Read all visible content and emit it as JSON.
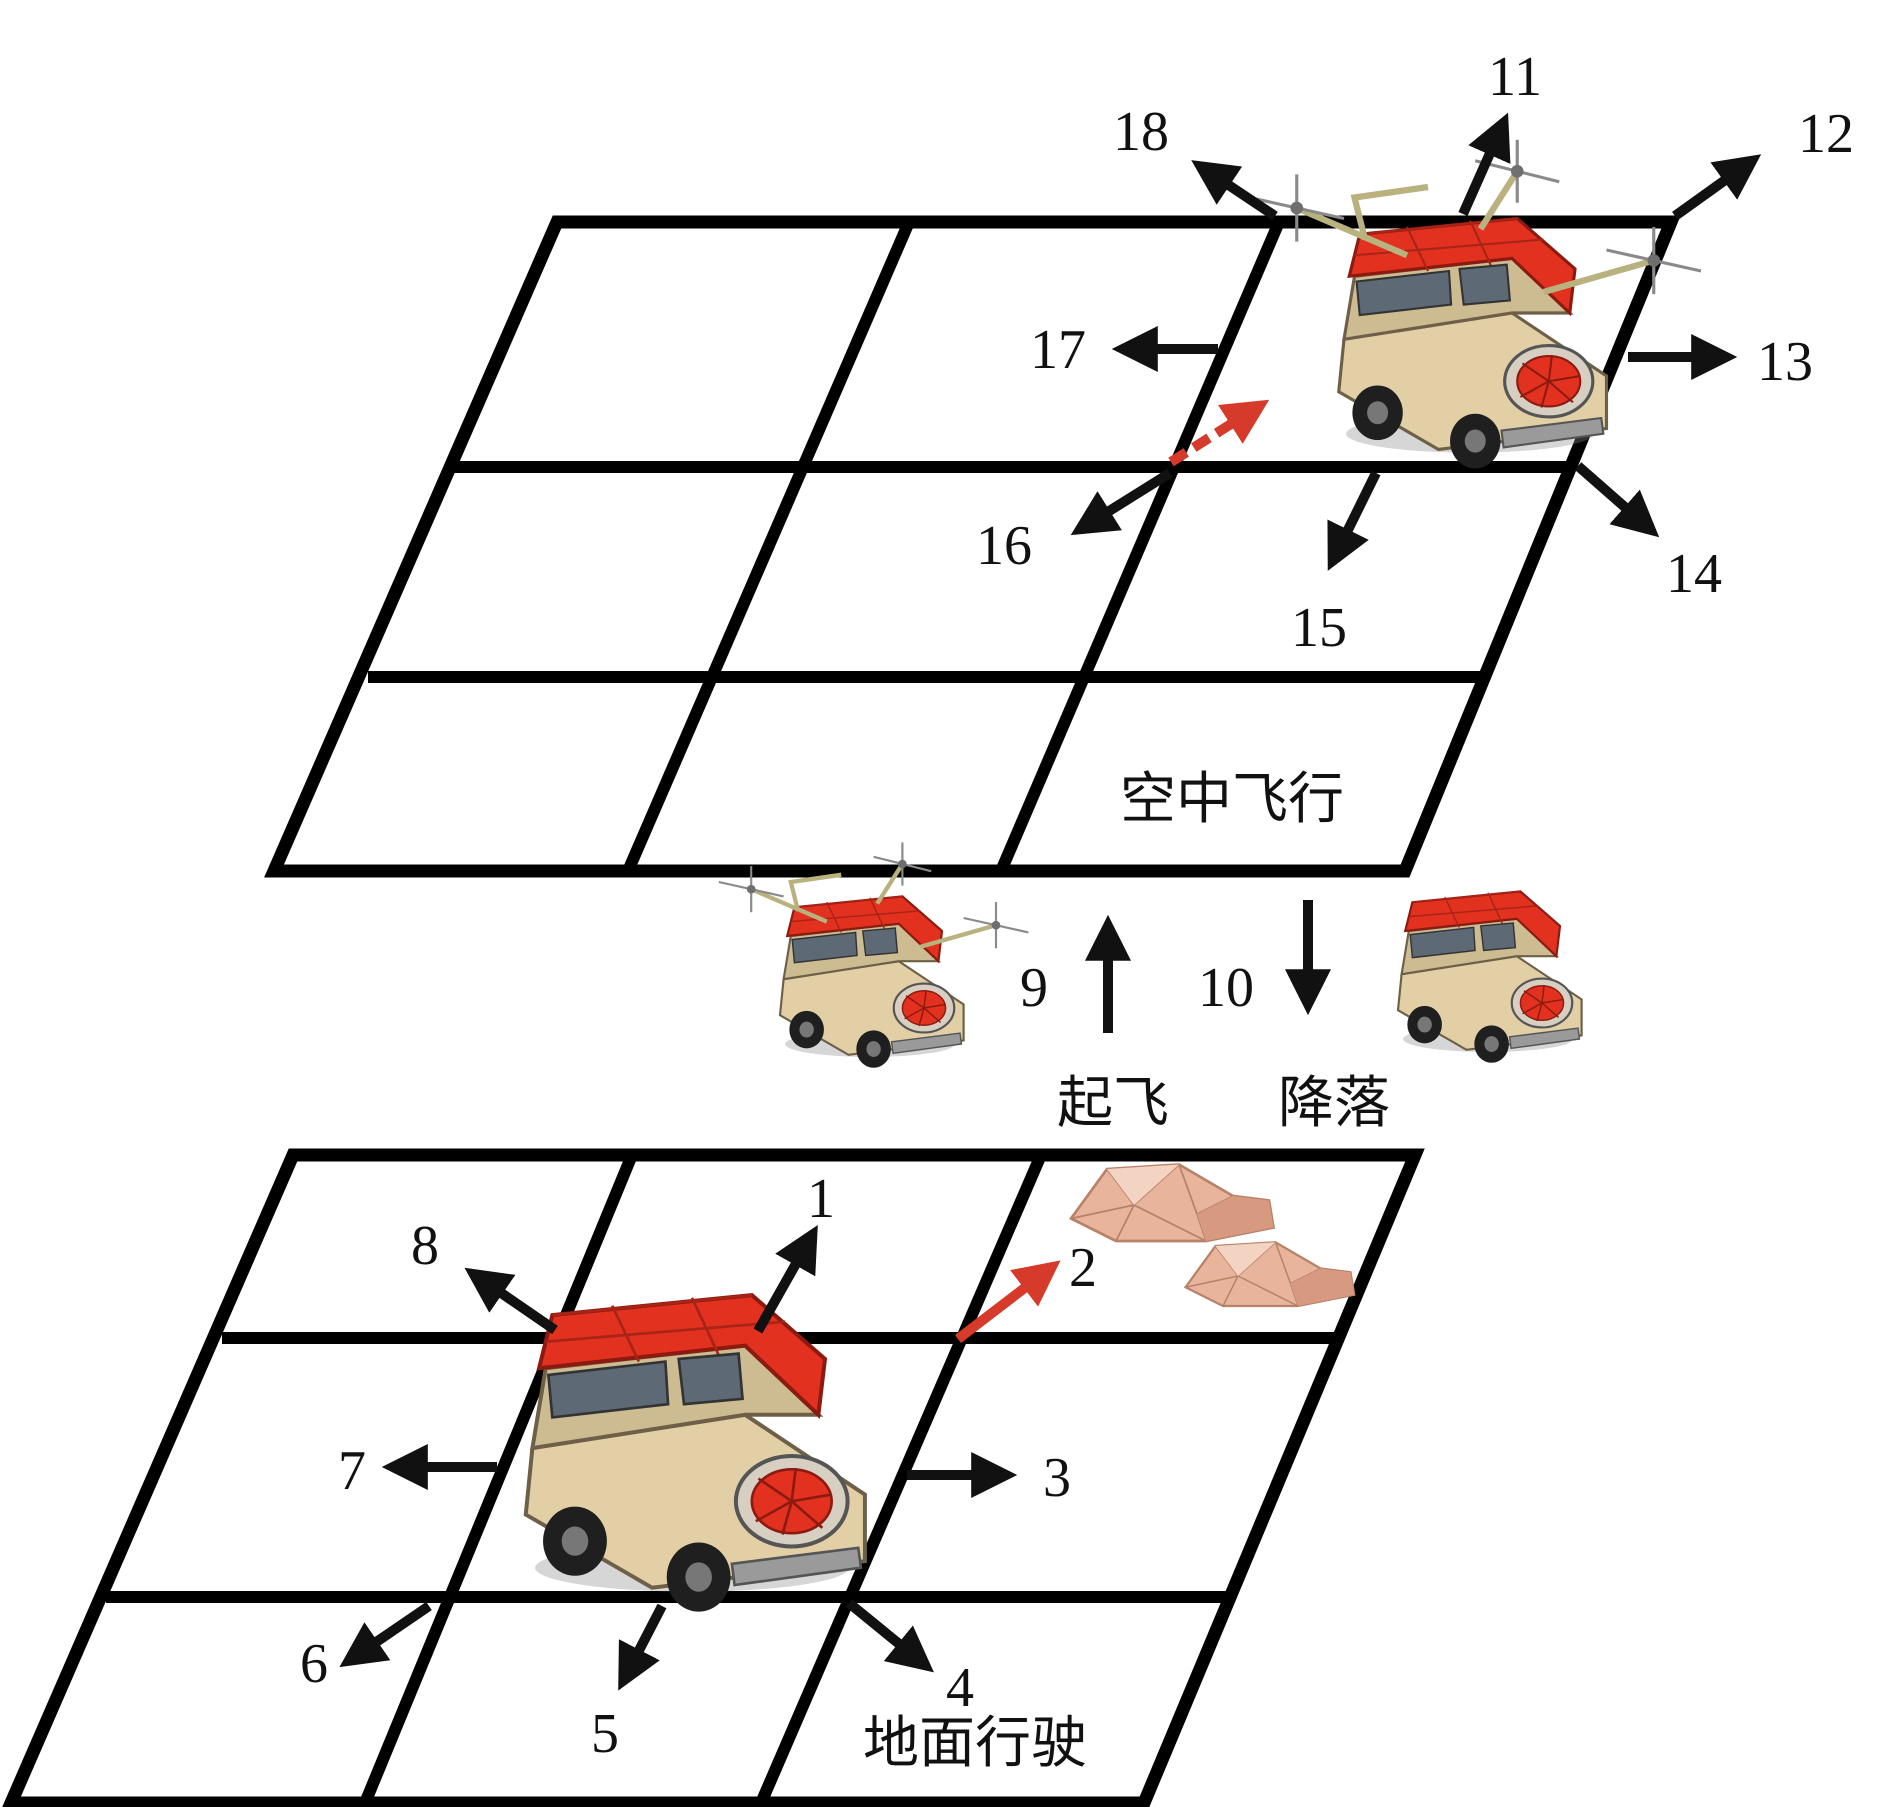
{
  "colors": {
    "grid": "#000000",
    "arrow": "#111111",
    "highlight_arrow": "#d63a2a",
    "vehicle_body": "#e2cfa6",
    "vehicle_roof": "#e2311f",
    "obstacle": "#e9b49c"
  },
  "labels": {
    "air_layer": "空中飞行",
    "ground_layer": "地面行驶",
    "takeoff": "起飞",
    "landing": "降落"
  },
  "ground_moves": [
    "1",
    "2",
    "3",
    "4",
    "5",
    "6",
    "7",
    "8"
  ],
  "mode_switch": [
    "9",
    "10"
  ],
  "air_moves": [
    "11",
    "12",
    "13",
    "14",
    "15",
    "16",
    "17",
    "18"
  ],
  "icons": {
    "ground_vehicle": "flying-car-ground-icon",
    "air_vehicle": "flying-car-air-icon",
    "obstacle": "obstacle-rock-icon",
    "takeoff_vehicle": "takeoff-vehicle-icon",
    "landing_vehicle": "landing-vehicle-icon"
  }
}
